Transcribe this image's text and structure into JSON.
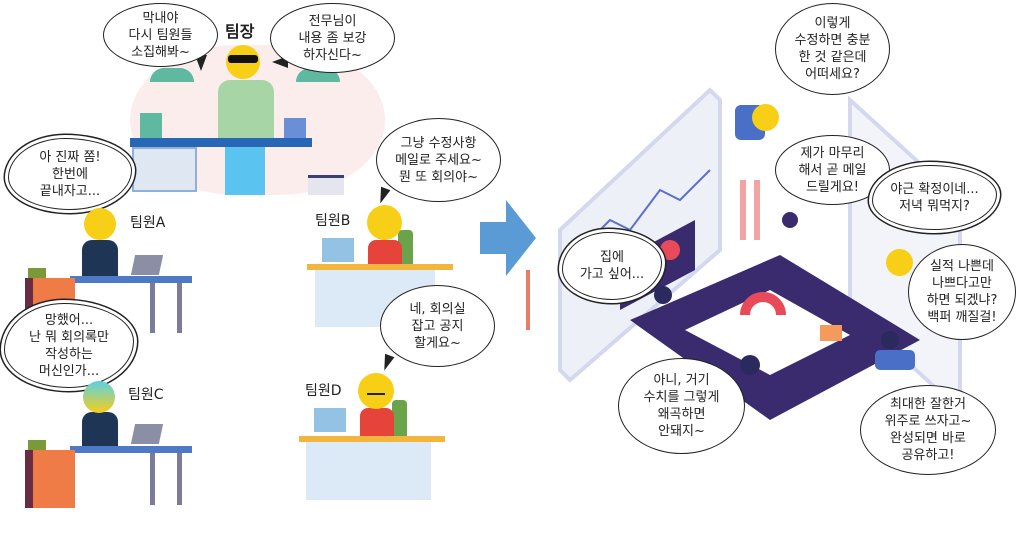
{
  "left_panel": {
    "leader": {
      "label": "팀장",
      "bubble_left": [
        "막내야",
        "다시 팀원들",
        "소집해봐~"
      ],
      "bubble_right": [
        "전무님이",
        "내용 좀 보강",
        "하자신다~"
      ]
    },
    "member_a": {
      "label": "팀원A",
      "thought": [
        "아 진짜 쫌!",
        "한번에",
        "끝내자고..."
      ]
    },
    "member_b": {
      "label": "팀원B",
      "bubble": [
        "그냥 수정사항",
        "메일로 주세요~",
        "뭔 또 회의야~"
      ]
    },
    "member_c": {
      "label": "팀원C",
      "thought": [
        "망했어...",
        "난 뭐 회의록만",
        "작성하는",
        "머신인가..."
      ]
    },
    "member_d": {
      "label": "팀원D",
      "bubble": [
        "네, 회의실",
        "잡고 공지",
        "할게요~"
      ]
    }
  },
  "arrow": {
    "icon": "right-arrow-icon",
    "color": "#5b9bd5"
  },
  "right_panel": {
    "presenter_bubble": [
      "이렇게",
      "수정하면 충분",
      "한 것 같은데",
      "어떠세요?"
    ],
    "woman_bubble": [
      "제가 마무리",
      "해서 곧 메일",
      "드릴게요!"
    ],
    "overtime_thought": [
      "야근 확정이네...",
      "저녁 뭐먹지?"
    ],
    "home_thought": [
      "집에",
      "가고 싶어..."
    ],
    "performance_bubble": [
      "실적 나쁜데",
      "나쁘다고만",
      "하면 되겠냐?",
      "백퍼 깨질걸!"
    ],
    "numbers_bubble": [
      "아니, 거기",
      "수치를 그렇게",
      "왜곡하면",
      "안돼지~"
    ],
    "best_bubble": [
      "최대한 잘한거",
      "위주로 쓰자고~",
      "완성되면 바로",
      "공유하고!"
    ]
  }
}
